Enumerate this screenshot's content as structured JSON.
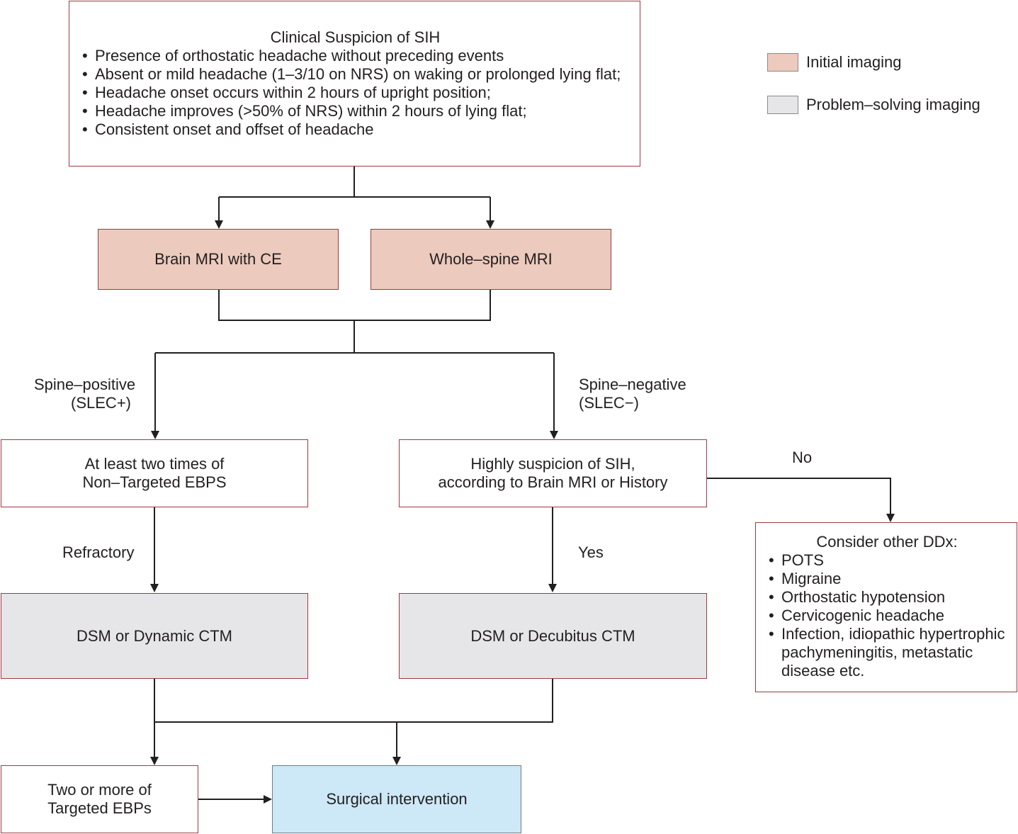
{
  "colors": {
    "initial_imaging": "#eccabd",
    "problem_solving_imaging": "#e6e6e9",
    "surgical": "#cde8f7",
    "box_border": "#9b3a44"
  },
  "legend": {
    "initial": "Initial imaging",
    "problem": "Problem–solving imaging"
  },
  "clinical": {
    "title": "Clinical Suspicion of SIH",
    "items": [
      "Presence of orthostatic headache without preceding events",
      "Absent or mild headache (1–3/10 on NRS) on waking or prolonged lying flat;",
      "Headache onset occurs within 2 hours of upright position;",
      "Headache improves (>50% of NRS) within 2 hours of lying flat;",
      "Consistent onset and offset of headache"
    ]
  },
  "imaging": {
    "brain": "Brain MRI with CE",
    "spine": "Whole–spine MRI"
  },
  "branches": {
    "positive_line1": "Spine–positive",
    "positive_line2": "(SLEC+)",
    "negative_line1": "Spine–negative",
    "negative_line2": "(SLEC−)",
    "no": "No",
    "refractory": "Refractory",
    "yes": "Yes"
  },
  "nontargeted": {
    "line1": "At least two times of",
    "line2": "Non–Targeted EBPS"
  },
  "suspicion": {
    "line1": "Highly suspicion of SIH,",
    "line2": "according to Brain MRI or History"
  },
  "ddx": {
    "title": "Consider other DDx:",
    "items": [
      "POTS",
      "Migraine",
      "Orthostatic hypotension",
      "Cervicogenic headache",
      "Infection, idiopathic hypertrophic",
      "disease etc."
    ],
    "item5_line2": "pachymeningitis, metastatic"
  },
  "dsm_dynamic": "DSM or Dynamic CTM",
  "dsm_decubitus": "DSM or Decubitus CTM",
  "targeted": {
    "line1": "Two or more of",
    "line2": "Targeted EBPs"
  },
  "surgical": "Surgical intervention"
}
